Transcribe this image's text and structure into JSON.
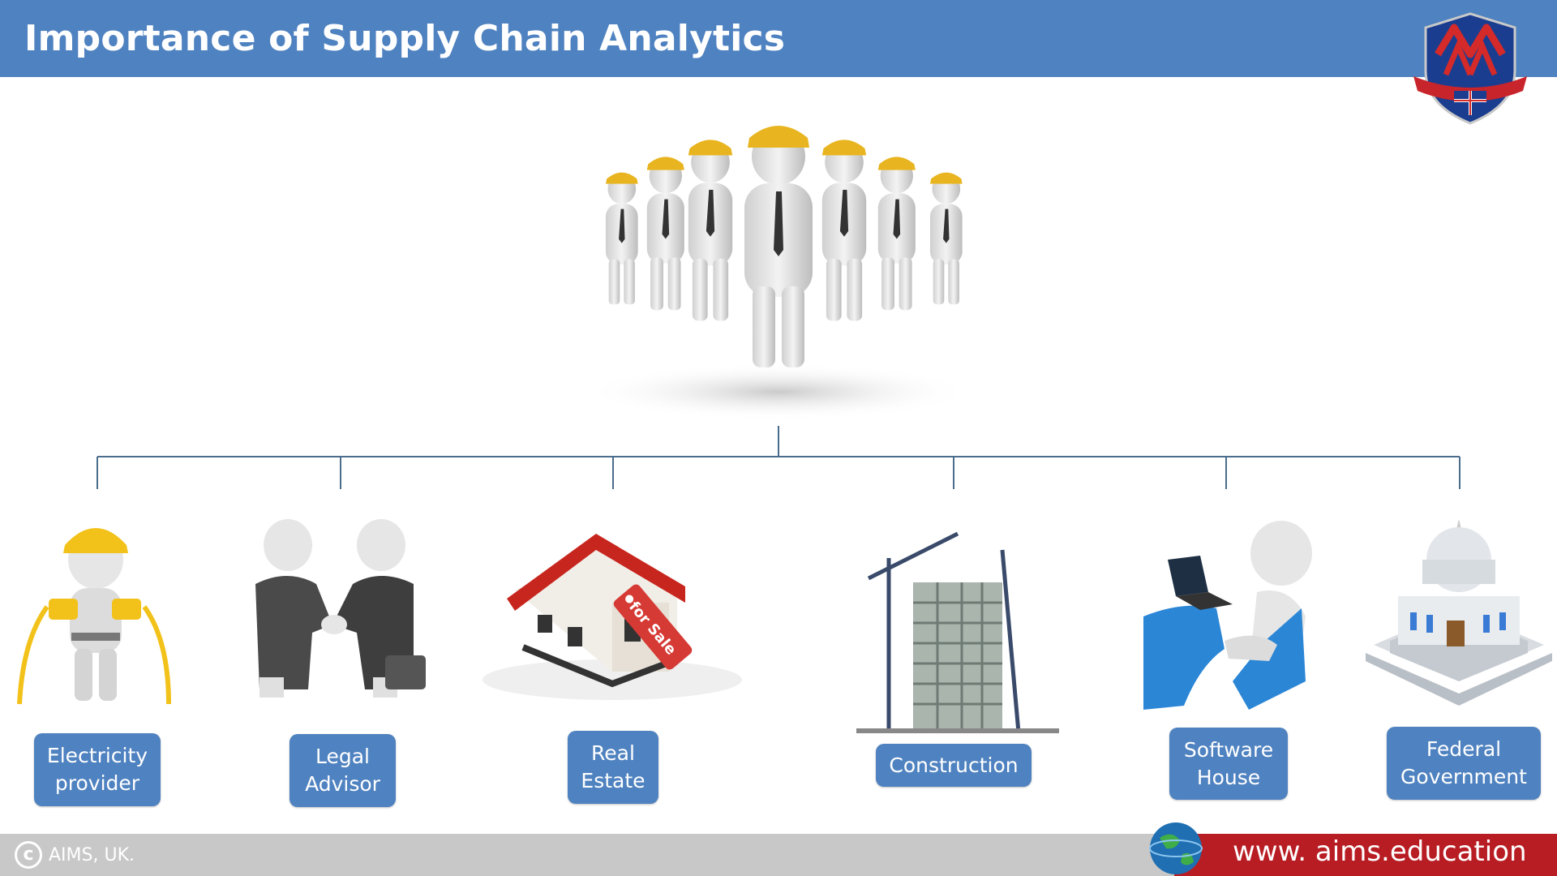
{
  "slide": {
    "title": "Importance of Supply Chain Analytics"
  },
  "colors": {
    "header_blue": "#4f82c0",
    "label_blue": "#4f82c0",
    "connector": "#4a6d8c",
    "footer_gray": "#c8c8c8",
    "footer_red": "#b81d23"
  },
  "sectors": [
    {
      "label_line1": "Electricity",
      "label_line2": "provider",
      "icon": "electrician-icon"
    },
    {
      "label_line1": "Legal",
      "label_line2": "Advisor",
      "icon": "handshake-icon"
    },
    {
      "label_line1": "Real",
      "label_line2": "Estate",
      "icon": "house-for-sale-icon"
    },
    {
      "label_line1": "Construction",
      "label_line2": "",
      "icon": "building-crane-icon"
    },
    {
      "label_line1": "Software",
      "label_line2": "House",
      "icon": "laptop-user-icon"
    },
    {
      "label_line1": "Federal",
      "label_line2": "Government",
      "icon": "government-building-icon"
    }
  ],
  "house_tag": "for Sale",
  "footer": {
    "copyright": "AIMS, UK.",
    "url": "www. aims.education"
  },
  "images": {
    "team": "team-of-workers-illustration",
    "logo": "aims-logo"
  }
}
